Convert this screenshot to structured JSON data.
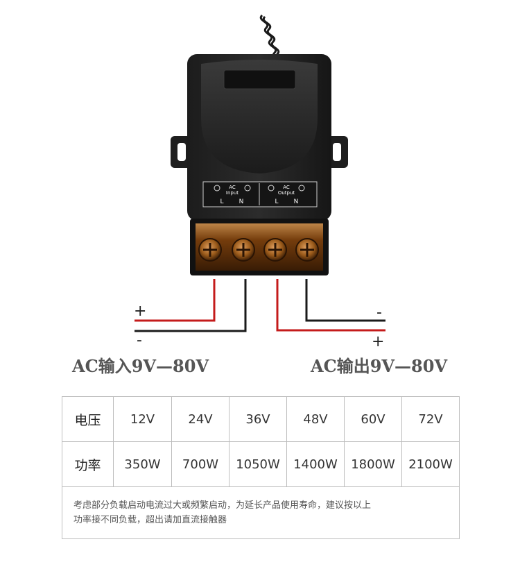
{
  "device": {
    "terminal_labels": {
      "input": {
        "line1": "AC",
        "line2": "Input",
        "l": "L",
        "n": "N"
      },
      "output": {
        "line1": "AC",
        "line2": "Output",
        "l": "L",
        "n": "N"
      }
    }
  },
  "wiring": {
    "left_plus": "+",
    "left_minus": "-",
    "right_minus": "-",
    "right_plus": "+",
    "input_label": "AC输入9V—80V",
    "output_label": "AC输出9V—80V"
  },
  "table": {
    "voltage_header": "电压",
    "power_header": "功率",
    "voltages": [
      "12V",
      "24V",
      "36V",
      "48V",
      "60V",
      "72V"
    ],
    "powers": [
      "350W",
      "700W",
      "1050W",
      "1400W",
      "1800W",
      "2100W"
    ],
    "note_line1": "考虑部分负载启动电流过大或频繁启动，为延长产品使用寿命，建议按以上",
    "note_line2": "功率接不同负载，超出请加直流接触器"
  },
  "colors": {
    "wire_red": "#c41b1b",
    "wire_black": "#1a1a1a",
    "casing": "#222222",
    "terminal_amber": "#8a4a10"
  }
}
